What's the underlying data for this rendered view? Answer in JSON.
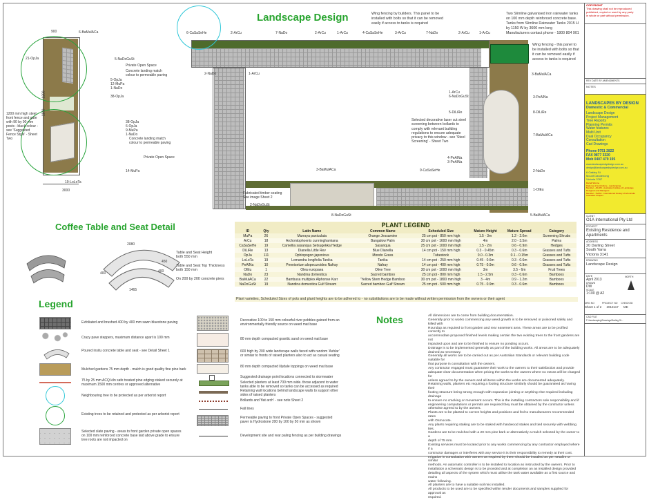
{
  "plan": {
    "title": "Landscape Design",
    "dimensions": [
      "900",
      "1200",
      "1100",
      "3000"
    ],
    "labels_left": [
      {
        "id": "l1",
        "text": "6-BaMulACa"
      },
      {
        "id": "l2",
        "text": "21-OpJa"
      },
      {
        "id": "l3",
        "text": "5-NaDoGuSt"
      },
      {
        "id": "l4",
        "text": "Private Open Space"
      },
      {
        "id": "l5",
        "text": "Concrete landing match\ncolour to permeable paving"
      },
      {
        "id": "l6",
        "text": "5-OpJa\n12-MuPa\n1-NaDo"
      },
      {
        "id": "l7",
        "text": "38-OpJa"
      },
      {
        "id": "l8",
        "text": "1200 mm high steel\nfront fence and gate\nwith 90 by 90 mm\nposts - black colour -\nsee 'Suggested\nFence Style' - Sheet\nTwo"
      },
      {
        "id": "l9",
        "text": "38-OpJa\n6-OpJa\n9-MuPa\n1-NaDo"
      },
      {
        "id": "l10",
        "text": "Concrete landing match\ncolour to permeable paving"
      },
      {
        "id": "l11",
        "text": "Private Open Space"
      },
      {
        "id": "l12",
        "text": "14-MuPa"
      },
      {
        "id": "l13",
        "text": "19-LoLoTa"
      }
    ],
    "labels_top": [
      {
        "id": "t1",
        "text": "6-CaSaSeHe"
      },
      {
        "id": "t2",
        "text": "2-ArCu"
      },
      {
        "id": "t3",
        "text": "7-NaDo"
      },
      {
        "id": "t4",
        "text": "2-ArCu"
      },
      {
        "id": "t5",
        "text": "1-ArCu"
      },
      {
        "id": "t6",
        "text": "4-CaSaSeHe"
      },
      {
        "id": "t7",
        "text": "3-ArCu"
      },
      {
        "id": "t8",
        "text": "7-NaDo"
      },
      {
        "id": "t9",
        "text": "2-ArCu"
      },
      {
        "id": "t10",
        "text": "1-ArCu"
      }
    ],
    "wing_note_top": "Wing fencing by builders. This panel to be\ninstalled with bolts so that it can be removed\neasily if access to tanks is required",
    "tank_note": "Two Slimline galvanised iron rainwater tanks\non 100 mm depth reinforced concrete base.\nTanks from Slimline Rainwater Tanks 2015 H\nby 1150 W by 3600 mm long\nManufacturers contact phone - 1800 804 901",
    "wing_note_right": "Wing fencing - this panel to\nbe installed with bolts so that\nit can be removed easily if\naccess to tanks is required",
    "labels_mid": [
      {
        "id": "m1",
        "text": "2-NaDo"
      },
      {
        "id": "m2",
        "text": "1-ArCu"
      },
      {
        "id": "m3",
        "text": "3-BaMulACa"
      },
      {
        "id": "m4",
        "text": "1-ArCu\n6-NaDoGuSt"
      },
      {
        "id": "m5",
        "text": "5-DiLiRe"
      },
      {
        "id": "m6",
        "text": "3-PeAlNa"
      },
      {
        "id": "m7",
        "text": "8-DiLiRe"
      },
      {
        "id": "m8",
        "text": "7-BaMulACa"
      },
      {
        "id": "m9",
        "text": "4-PeAlNa\n3-PeAlNa"
      },
      {
        "id": "m10",
        "text": "3-BaMulACa"
      },
      {
        "id": "m11",
        "text": "9-CaSaSeHe"
      },
      {
        "id": "m12",
        "text": "2-NaDo"
      },
      {
        "id": "m13",
        "text": "1-OlEu"
      },
      {
        "id": "m14",
        "text": "5-BaMulACa"
      },
      {
        "id": "m15",
        "text": "2-NaDoGuSt"
      },
      {
        "id": "m16",
        "text": "8-NaDoGuSt"
      }
    ],
    "screen_note": "Selected decorative laser cut steel\nscreening between bollards to\ncomply with relevant building\nregulations to ensure adequate\nprivacy to this window - see 'Steel\nScreening' - Sheet Two",
    "seat_note": "Fabricated timber seating\nSee image Sheet 2"
  },
  "coffee": {
    "title": "Coffee Table and Seat Detail",
    "dims": [
      "2080",
      "400",
      "400",
      "1465",
      "450"
    ],
    "text": "Table and Seat Height\nboth 550 mm\n\nTable and Seat Top Thickness\nboth 150 mm\n\nOn 200 by 200 concrete piers"
  },
  "plant_legend": {
    "title": "PLANT LEGEND",
    "headers": [
      "ID",
      "Qty",
      "Latin Name",
      "Common Name",
      "Scheduled Size",
      "Mature Height",
      "Mature Spread",
      "Category"
    ],
    "rows": [
      [
        "MuPa",
        "26",
        "Murraya paniculata",
        "Orange Jessamine",
        "25 cm pot - 850 mm high",
        "1.5 - 3m",
        "1.2 - 2.0m",
        "Screening Shrubs"
      ],
      [
        "ArCu",
        "18",
        "Archontophoenix cunninghamiana",
        "Bangalow Palm",
        "30 cm pot - 1600 mm high",
        "4m",
        "2.0 - 3.5m",
        "Palms"
      ],
      [
        "CaSaSeHe",
        "19",
        "Camellia sasanqua Setsugekka Hedge",
        "Sasanqua",
        "25 cm pot - 1000 mm high",
        "1.5 - 2m",
        "0.6 - 0.9m",
        "Hedges"
      ],
      [
        "DiLiRe",
        "13",
        "Dianella Little Rev",
        "Blue Dianella",
        "14 cm pot - 150 mm high",
        "0.3 - 0.45m",
        "0.3 - 0.6m",
        "Grasses and Tufts"
      ],
      [
        "OpJa",
        "111",
        "Ophiopogon japonicus",
        "Mondo Grass",
        "Tubestock",
        "0.0 - 0.3m",
        "0.1 - 0.15m",
        "Grasses and Tufts"
      ],
      [
        "LoLoTa",
        "19",
        "Lomandra longifolia Tanika",
        "Tanika",
        "14 cm pot - 250 mm high",
        "0.45 - 0.6m",
        "0.3 - 0.6m",
        "Grasses and Tufts"
      ],
      [
        "PeAlNa",
        "10",
        "Pennisetum alopecuroides Nafray",
        "Nafray",
        "14 cm pot - 400 mm high",
        "0.75 - 0.9m",
        "0.6 - 0.9m",
        "Grasses and Tufts"
      ],
      [
        "OlEu",
        "1",
        "Olea europaea",
        "Olive Tree",
        "30 cm pot - 1000 mm high",
        "3m",
        "3.5 - 6m",
        "Fruit Trees"
      ],
      [
        "NaDo",
        "23",
        "Nandina domestica",
        "Sacred bamboo",
        "25 cm pot - 800 mm high",
        "1.5 - 2.5m",
        "0.3 - 0.6m",
        "Bamboos"
      ],
      [
        "BaMulACa",
        "22",
        "Bambusa multiplex Alphonse Karr",
        "'Yellow Stem Hedge Bamboo",
        "30 cm pot - 1800 mm high",
        "3 - 4m",
        "0.9 - 1.2m",
        "Bamboos"
      ],
      [
        "NaDoGuSt",
        "19",
        "Nandina domestica Gulf Stream",
        "Sacred bamboo Gulf Stream",
        "25 cm pot - 500 mm high",
        "0.75 - 0.9m",
        "0.3 - 0.6m",
        "Bamboos"
      ]
    ],
    "footnote": "Plant varieties, Scheduled Sizes of pots and plant heights are to be adhered to - no substitutions are to be made without written permission from the owners or their agent"
  },
  "legend": {
    "title": "Legend",
    "left": [
      "Exfoliated and brushed 400 by 400 mm sawn bluestone paving",
      "Crazy pave steppers, maximum distance apart  is 100 mm",
      "Poured insitu concrete table and seat - see Detail Sheet 1",
      "Mulched gardens 75 mm depth - mulch is good quality fine pine bark",
      "75 by 25 mm ACQ kiln safe treated pine edging staked securely at\nmaximum 1500 mm centres or approved alternative",
      "Neighbouring tree to be protected as per arborist report",
      "Existing trees to be retained and protected as per arborist report",
      "Selected slate paving - areas to front garden private open spaces\non 100 mm reinforced concrete base laid above grade to ensure\ntree roots are not impacted on"
    ],
    "right": [
      "Decorative 100 to 150 mm colourful river pebbles gained from an\nenvironmentally friendly source on weed mat base",
      "80 mm depth compacted granitic sand on weed mat base",
      "600 high by 200 wide landscape walls faced with random 'Ashlar'\nor similar to fronts of raised planters also to act as casual seating",
      "80 mm depth compacted lilydale toppings on weed mat base",
      "Suggested drainage point locations connected to stormwater",
      "Selected planters at least 700 mm wide. those adjacent to water\ntanks able to be removed so tanks can be accessed as required",
      "Retaining wall locations behind landscape walls to support other\nsides of raised planters",
      "Bollards and 'flat arch' - see note Sheet 2",
      "Fall lines",
      "Permeable paving to front Private Open Spaces - suggested\npaver is Hydrostone 200 by 100 by 50 mm  as shown",
      "Development site and rear paling fencing as per building drawings"
    ]
  },
  "notes": {
    "title": "Notes",
    "body": "All dimensions are to come from building documentation.\nGenerally prior to works commencing any weed growth is to be removed or poisoned safely and killed with\nRoundup as required to front garden and rear easement area. These areas are to be profiled correctly to\naccommodate proposed finished levels making certain the two existing trees to the front gardens are not\nimpacted upon and are to be finished to ensure no ponding occurs.\nDrainage is to be implemented generally as part of the building works. All areas are to be adequately\ndrained as necessary.\nGenerally all works are to be carried out as per Australian Standards or relevant building code suitable for\nthat purpose in consultation with the owners.\nAny contractor engaged must guarantee their work to the owners to their satisfaction and provide\nadequate clear documentation when pricing the works to the owners where no extras will be charged for\nunless agreed to by the owners and all items within the works are documented adequately.\nRetaining walls, planters etc requiring a footing structure similarly should be guaranteed as having their\nfooting structure being strong enough with expansion jointing or anything else required including drainage\nto ensure no cracking or movement occurs. This is the installing contractors sole responsibility and if\nengineering computations or permits are required they must be obtained by the contractor unless\notherwise agreed to by the owners.\nPlants are to be planted to correct heights and positions and fed to manufacturers recommended rates\nwith Osmocote.\nAny plants requiring staking are to be staked with hardwood stakes and tied securely with webbing ties.\nGardens are to be mulched with a 20 mm pine bark or alternatively a mulch selected by the owner to a\ndepth of 75 mm.\nExisting services must be located prior to any works commencing by any contractor employed where if a\ncontractor damages or interferes with any service it is their responsibility to remedy at their cost.\nIrrigation in consultation with owners as required by them should be installed as per Netafim or similar\nmethods. An automatic controller is to be installed to location as instructed by the owners. Prior to\ninstallation a schematic design is to be provided and at completion an as installed design provided\ndetailing all aspects of the system which must utilise the tank water available as a first source and mains\nwater following.\nAll planters are to have a suitable soil mix installed.\nAll products to be used are to be specified within tender documents and samples supplied for approval as\nrequired."
  },
  "titleblock": {
    "copyright_head": "COPYRIGHT",
    "copyright_text": "This drawing shall not be reproduced\npublished, copied or used by any party\nin whole or part without permission.",
    "rev_cols": "REV  DATE  BY  AMENDMENTS",
    "notes_label": "NOTES",
    "company": "LANDSCAPES BY DESIGN",
    "company_sub": "Domestic & Commercial",
    "services": "Landscape Design\nProject Management\nTree Reports\nPlanning Permits\nWater features\nMulti Unit\nDual Occupancy\nConsultation\nCad Drawings",
    "phone": "Phone  9751 2822\nFAX    9877 3320\nMob 0407 479 195",
    "web": "www.landscapesbydesign.com.au\ndesign@landscapesbydesign.com.au",
    "address": "6 Oakley St\nMount Dandenong\nVictoria  3767",
    "author": "Darrell Wonne\nDiploma of Horticulture - Landscaping\nMember - AILDM - Australian Institute of Landscape\nDesigners and Managers\nMember - ISAAC - International Society of Arboricultu\nAustralian Chapter",
    "client_label": "CLIENT",
    "client": "O1A International Pty Ltd",
    "project_label": "PROJECT",
    "project": "Existing Residence and\nApartments",
    "address_label": "ADDRESS",
    "site_address": "20 Darling Street\nSouth Yarra\nVictoria  3141",
    "drawing_label": "DRAWING",
    "drawing": "Landscape Design",
    "date_label": "DATE",
    "date": "April 2013",
    "drawn_label": "DRAWN",
    "drawn": "DW",
    "scale_label": "SCALE",
    "scale": "1:100 @ A2",
    "north_label": "NORTH",
    "dwg_no_label": "DRG NO",
    "dwg_no": "Sheet 1 of 2",
    "project_no_label": "PROJECT NO",
    "project_no": "2013117",
    "checked_label": "CHECKED",
    "checked": "ME",
    "file_label": "CAD FILE",
    "file": "F:\\Landscaping\\Drawings\\Darling St..."
  },
  "colors": {
    "title_green": "#27a42e",
    "garden": "#8c7a4a",
    "paving": "#bdbdbd",
    "tank": "#1e8a3c",
    "protect_circle": "#2ec7d8",
    "retain_circle": "#26a33a"
  }
}
